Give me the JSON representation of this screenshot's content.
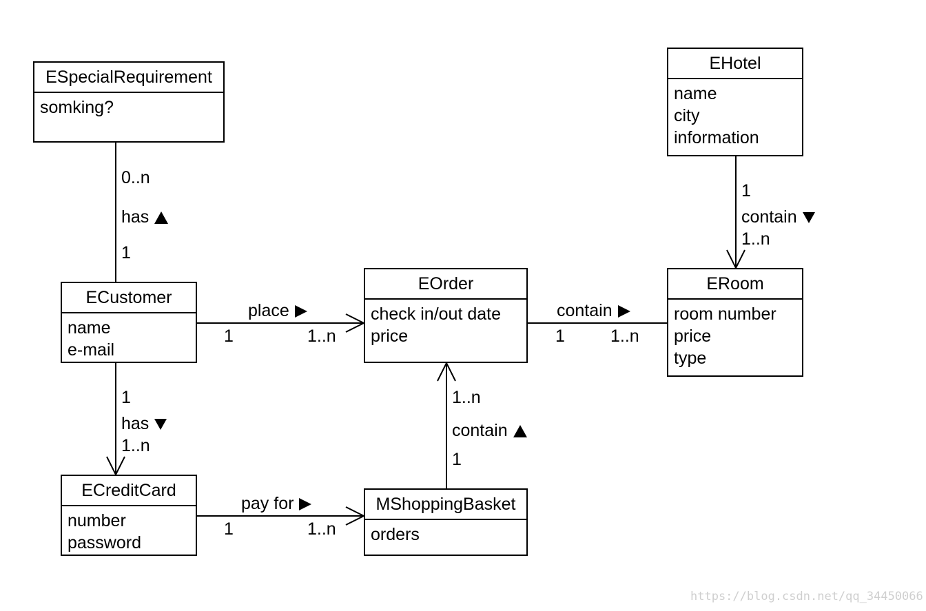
{
  "classes": {
    "especial": {
      "name": "ESpecialRequirement",
      "attrs": [
        "somking?"
      ]
    },
    "ehotel": {
      "name": "EHotel",
      "attrs": [
        "name",
        "city",
        "information"
      ]
    },
    "ecustomer": {
      "name": "ECustomer",
      "attrs": [
        "name",
        "e-mail"
      ]
    },
    "eorder": {
      "name": "EOrder",
      "attrs": [
        "check in/out date",
        "price"
      ]
    },
    "eroom": {
      "name": "ERoom",
      "attrs": [
        "room number",
        "price",
        "type"
      ]
    },
    "ecreditcard": {
      "name": "ECreditCard",
      "attrs": [
        "number",
        "password"
      ]
    },
    "mshoppingbasket": {
      "name": "MShoppingBasket",
      "attrs": [
        "orders"
      ]
    }
  },
  "associations": {
    "customer_special": {
      "label": "has",
      "direction": "up",
      "mult_top": "0..n",
      "mult_bottom": "1"
    },
    "hotel_room": {
      "label": "contain",
      "direction": "down",
      "mult_top": "1",
      "mult_bottom": "1..n"
    },
    "customer_order": {
      "label": "place",
      "direction": "right",
      "mult_left": "1",
      "mult_right": "1..n"
    },
    "order_room": {
      "label": "contain",
      "direction": "right",
      "mult_left": "1",
      "mult_right": "1..n"
    },
    "customer_card": {
      "label": "has",
      "direction": "down",
      "mult_top": "1",
      "mult_bottom": "1..n"
    },
    "basket_order": {
      "label": "contain",
      "direction": "up",
      "mult_top": "1..n",
      "mult_bottom": "1"
    },
    "card_basket": {
      "label": "pay for",
      "direction": "right",
      "mult_left": "1",
      "mult_right": "1..n"
    }
  },
  "watermark": "https://blog.csdn.net/qq_34450066"
}
